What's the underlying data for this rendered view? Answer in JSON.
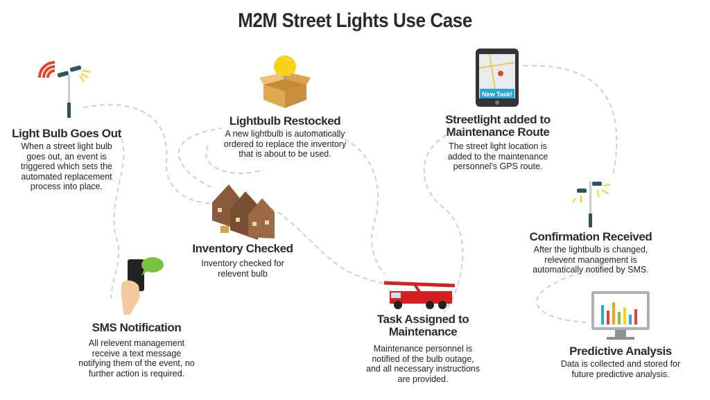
{
  "title": "M2M Street Lights Use Case",
  "steps": {
    "light_out": {
      "heading": [
        "Light Bulb Goes Out"
      ],
      "body": [
        "When a street light bulb",
        "goes out, an event is",
        "triggered which sets the",
        "automated replacement",
        "process into place."
      ]
    },
    "restocked": {
      "heading": [
        "Lightbulb Restocked"
      ],
      "body": [
        "A new lightbulb is automatically",
        "ordered to replace the inventory",
        "that is about to be used."
      ]
    },
    "inventory": {
      "heading": [
        "Inventory Checked"
      ],
      "body": [
        "Inventory checked for",
        "relevent bulb"
      ]
    },
    "sms": {
      "heading": [
        "SMS Notification"
      ],
      "body": [
        "All relevent management",
        "receive  a text message",
        "notifying them of the event, no",
        "further action is required."
      ]
    },
    "task": {
      "heading": [
        "Task Assigned to",
        "Maintenance"
      ],
      "body": [
        "Maintenance personnel is",
        "notified of the bulb outage,",
        "and all necessary instructions",
        "are provided."
      ]
    },
    "route": {
      "heading": [
        "Streetlight added to",
        "Maintenance Route"
      ],
      "body": [
        "The street light location  is",
        "added to the maintenance",
        "personnel's GPS route."
      ]
    },
    "confirm": {
      "heading": [
        "Confirmation Received"
      ],
      "body": [
        "After the lightbulb is changed,",
        "relevent management is",
        "automatically notified by SMS."
      ]
    },
    "predict": {
      "heading": [
        "Predictive Analysis"
      ],
      "body": [
        "Data is collected and stored for",
        "future predictive analysis."
      ]
    }
  },
  "tablet_badge": "New Task!",
  "colors": {
    "heading": "#2b2b2b",
    "path": "#cccccc",
    "signal": "#e8432a",
    "bulb": "#f7d21a",
    "box": "#d9a24a",
    "truck": "#d42020",
    "house": "#8a5a3a",
    "lamp": "#2f5560",
    "bubble": "#7cc142"
  }
}
